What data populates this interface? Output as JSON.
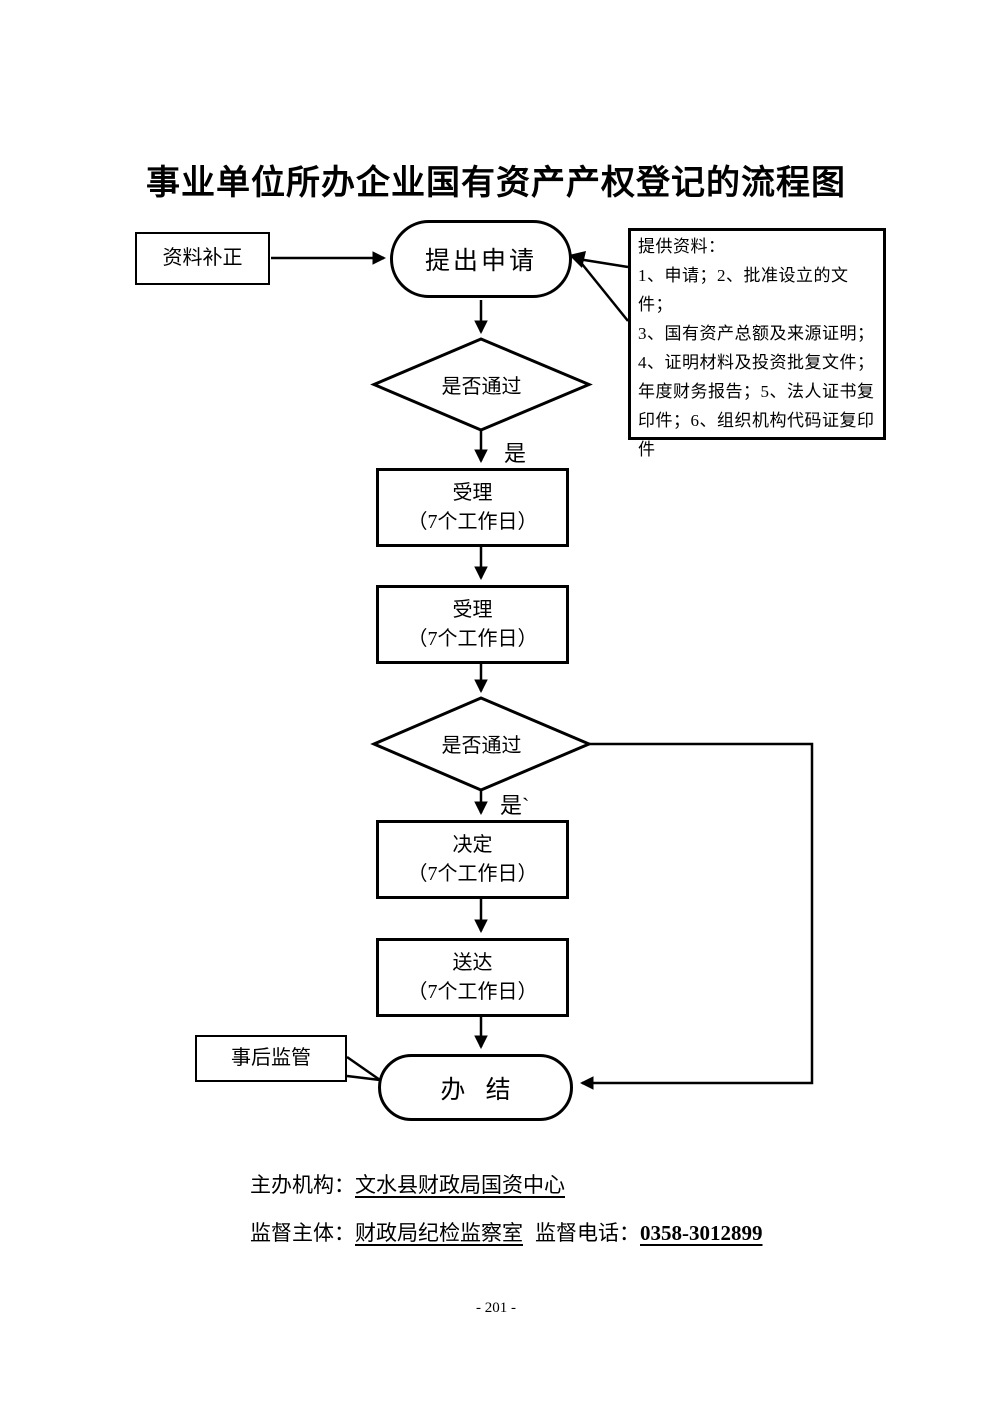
{
  "page": {
    "title": "事业单位所办企业国有资产产权登记的流程图",
    "page_number": "- 201 -"
  },
  "flow": {
    "supplement": "资料补正",
    "start": "提出申请",
    "decision1": "是否通过",
    "label_yes1": "是",
    "step1_title": "受理",
    "step1_duration": "（7个工作日）",
    "step2_title": "受理",
    "step2_duration": "（7个工作日）",
    "decision2": "是否通过",
    "label_yes2": "是`",
    "step3_title": "决定",
    "step3_duration": "（7个工作日）",
    "step4_title": "送达",
    "step4_duration": "（7个工作日）",
    "post_supervision": "事后监管",
    "end": "办 结"
  },
  "note": {
    "title": "提供资料：",
    "lines": [
      "1、申请；2、批准设立的文件；",
      "3、国有资产总额及来源证明；",
      "4、证明材料及投资批复文件；",
      "年度财务报告；5、法人证书复",
      "印件；6、组织机构代码证复印",
      "件"
    ]
  },
  "footer": {
    "host_label": "主办机构：",
    "host_value": "文水县财政局国资中心",
    "supervisor_label": "监督主体：",
    "supervisor_value": "财政局纪检监察室",
    "phone_label": "监督电话：",
    "phone_value": "0358-3012899"
  },
  "colors": {
    "ink": "#000000",
    "paper": "#ffffff"
  }
}
